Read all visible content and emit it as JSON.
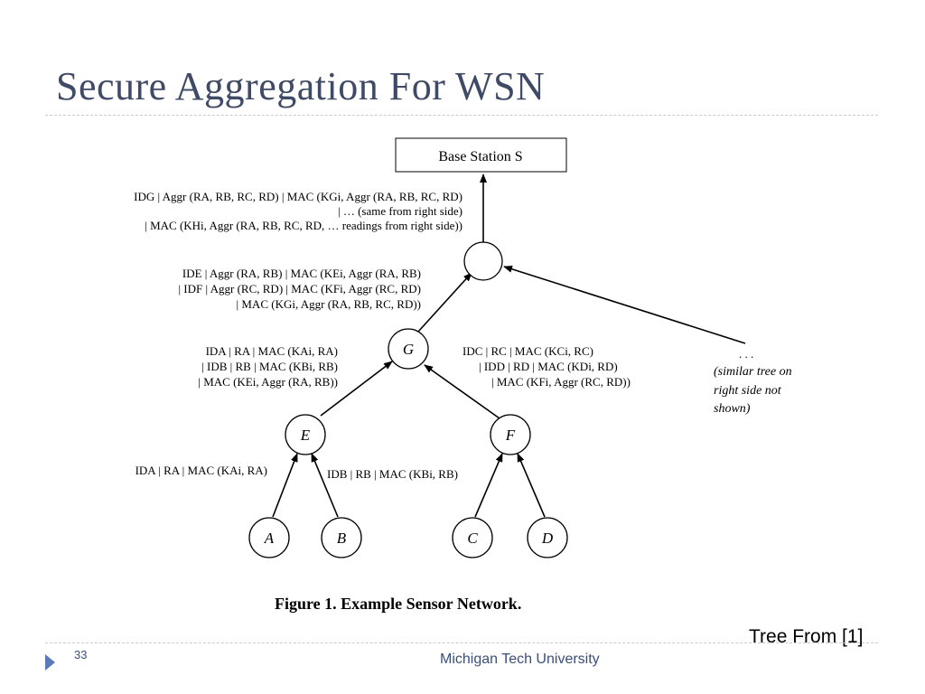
{
  "slide": {
    "title": "Secure Aggregation For WSN",
    "slide_number": "33",
    "organization": "Michigan Tech University",
    "credit": "Tree From [1]"
  },
  "diagram": {
    "base_station": "Base Station S",
    "nodes": {
      "g": "G",
      "e": "E",
      "f": "F",
      "a": "A",
      "b": "B",
      "c": "C",
      "d": "D"
    },
    "ellipsis": ". . .",
    "similar_tree_note": [
      "(similar tree on",
      "right side not",
      "shown)"
    ],
    "caption": "Figure 1.  Example Sensor Network.",
    "msg_root": [
      "IDG | Aggr (RA, RB, RC, RD) | MAC (KGi, Aggr (RA, RB, RC, RD)",
      "| … (same from right side)",
      "| MAC (KHi, Aggr (RA, RB, RC, RD, … readings from right side))"
    ],
    "msg_to_root": [
      "IDE | Aggr (RA, RB) | MAC (KEi, Aggr (RA, RB)",
      "| IDF | Aggr (RC, RD) | MAC (KFi, Aggr (RC, RD)",
      "| MAC (KGi, Aggr (RA, RB, RC, RD))"
    ],
    "msg_e_to_g": [
      "IDA | RA | MAC (KAi, RA)",
      "| IDB | RB | MAC (KBi, RB)",
      "| MAC (KEi, Aggr (RA, RB))"
    ],
    "msg_f_to_g": [
      "IDC | RC | MAC (KCi, RC)",
      "| IDD | RD | MAC (KDi, RD)",
      "| MAC (KFi, Aggr (RC, RD))"
    ],
    "msg_a_to_e": "IDA | RA | MAC (KAi, RA)",
    "msg_b_to_e": "IDB | RB | MAC (KBi, RB)"
  }
}
